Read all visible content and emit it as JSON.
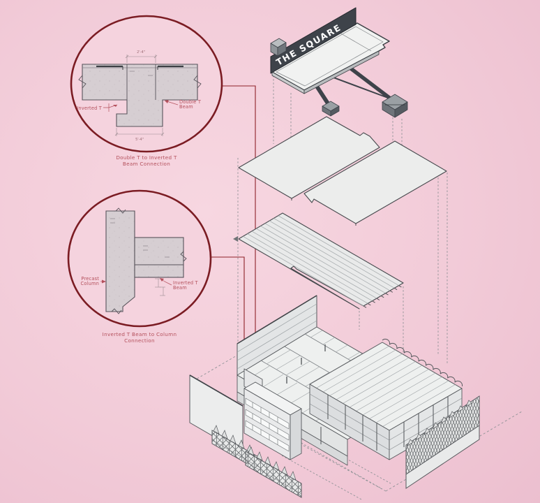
{
  "title": "Precast structure exploded axonometric diagram",
  "colors": {
    "background": "#f2cbd8",
    "background_light": "#f7d6e0",
    "circle_stroke": "#7b1c23",
    "circle_fill": "#f5d3de",
    "leader_red": "#8e2027",
    "label_red": "#b4505c",
    "concrete": "#d6ced2",
    "slab_fill": "#ecedec",
    "dark_steel": "#3e434a",
    "outline": "#4b4f52",
    "dashed_gray": "#8f9296"
  },
  "callout_top": {
    "caption_line1": "Double T to Inverted T",
    "caption_line2": "Beam Connection",
    "label_inverted_t": "Inverted T",
    "label_double_t_line1": "Double T",
    "label_double_t_line2": "Beam",
    "dim_top": "2'-4\"",
    "dim_bottom": "5'-4\""
  },
  "callout_bottom": {
    "caption_line1": "Inverted T Beam to Column",
    "caption_line2": "Connection",
    "label_precast_line1": "Precast",
    "label_precast_line2": "Column",
    "label_inverted_line1": "Inverted T",
    "label_inverted_line2": "Beam"
  },
  "axon": {
    "sign_text": "THE SQUARE"
  }
}
